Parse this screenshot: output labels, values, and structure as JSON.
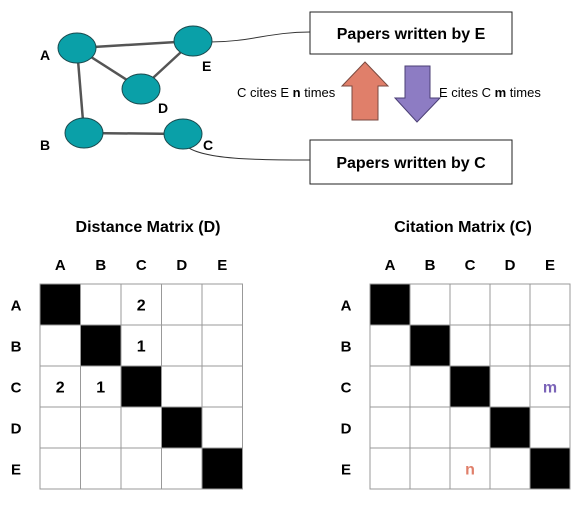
{
  "graph": {
    "node_color": "#0aa0a8",
    "nodes": [
      {
        "id": "A",
        "label": "A"
      },
      {
        "id": "E",
        "label": "E"
      },
      {
        "id": "D",
        "label": "D"
      },
      {
        "id": "B",
        "label": "B"
      },
      {
        "id": "C",
        "label": "C"
      }
    ],
    "edges": [
      [
        "A",
        "E"
      ],
      [
        "A",
        "D"
      ],
      [
        "D",
        "E"
      ],
      [
        "A",
        "B"
      ],
      [
        "B",
        "C"
      ]
    ]
  },
  "boxes": {
    "top": "Papers written by E",
    "bottom": "Papers written by C"
  },
  "arrows": {
    "up_color": "#e07f6a",
    "down_color": "#8d7cc3",
    "left_text_prefix": "C cites E ",
    "left_text_var": "n",
    "left_text_suffix": " times",
    "right_text_prefix": "E cites C ",
    "right_text_var": "m",
    "right_text_suffix": " times"
  },
  "distance_matrix": {
    "title": "Distance Matrix (D)",
    "col_labels": [
      "A",
      "B",
      "C",
      "D",
      "E"
    ],
    "row_labels": [
      "A",
      "B",
      "C",
      "D",
      "E"
    ],
    "cells": [
      [
        "",
        "",
        "2",
        "",
        ""
      ],
      [
        "",
        "",
        "1",
        "",
        ""
      ],
      [
        "2",
        "1",
        "",
        "",
        ""
      ],
      [
        "",
        "",
        "",
        "",
        ""
      ],
      [
        "",
        "",
        "",
        "",
        ""
      ]
    ]
  },
  "citation_matrix": {
    "title": "Citation Matrix (C)",
    "col_labels": [
      "A",
      "B",
      "C",
      "D",
      "E"
    ],
    "row_labels": [
      "A",
      "B",
      "C",
      "D",
      "E"
    ],
    "cells": [
      [
        "",
        "",
        "",
        "",
        ""
      ],
      [
        "",
        "",
        "",
        "",
        ""
      ],
      [
        "",
        "",
        "",
        "",
        "m"
      ],
      [
        "",
        "",
        "",
        "",
        ""
      ],
      [
        "",
        "",
        "n",
        "",
        ""
      ]
    ],
    "m_color": "#7b64b8",
    "n_color": "#e07f6a"
  }
}
